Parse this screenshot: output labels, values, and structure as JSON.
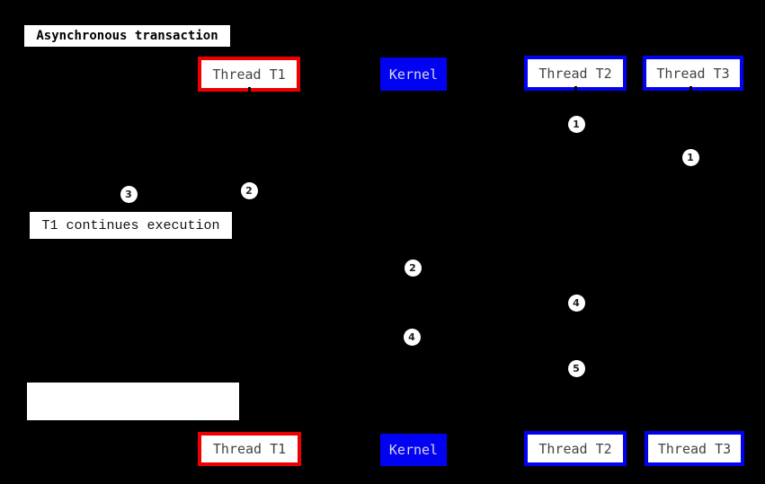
{
  "diagram": {
    "title": "Asynchronous transaction"
  },
  "actors_top": [
    {
      "label": "Thread T1",
      "style": "red-border"
    },
    {
      "label": "Kernel",
      "style": "blue-fill"
    },
    {
      "label": "Thread T2",
      "style": "blue-border"
    },
    {
      "label": "Thread T3",
      "style": "blue-border"
    }
  ],
  "actors_bottom": [
    {
      "label": "Thread T1",
      "style": "red-border"
    },
    {
      "label": "Kernel",
      "style": "blue-fill"
    },
    {
      "label": "Thread T2",
      "style": "blue-border"
    },
    {
      "label": "Thread T3",
      "style": "blue-border"
    }
  ],
  "markers": [
    {
      "label": "1",
      "near": "thread-t2-lifeline"
    },
    {
      "label": "1",
      "near": "thread-t3-lifeline"
    },
    {
      "label": "2",
      "near": "thread-t1-lifeline"
    },
    {
      "label": "3",
      "near": "thread-t1-lifeline"
    },
    {
      "label": "2",
      "near": "kernel-lifeline"
    },
    {
      "label": "4",
      "near": "thread-t2-lifeline"
    },
    {
      "label": "4",
      "near": "kernel-lifeline"
    },
    {
      "label": "5",
      "near": "thread-t2-lifeline"
    }
  ],
  "notes": {
    "t1_continues": "T1 continues execution",
    "blank": ""
  },
  "colors": {
    "background": "#000000",
    "red_border": "#ee0000",
    "blue": "#0202f2",
    "box_fill": "#ffffff",
    "actor_text": "#434343",
    "kernel_text": "#d8d8e8"
  }
}
